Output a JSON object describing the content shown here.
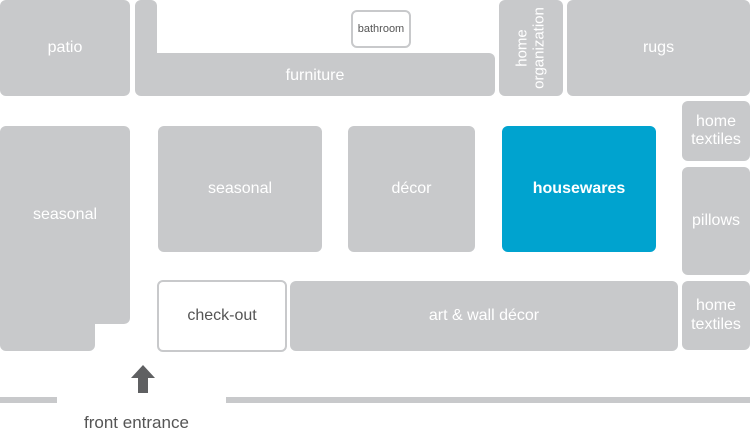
{
  "colors": {
    "zone": "#c8c9cb",
    "highlight": "#00a3cf",
    "arrow": "#5f6062",
    "text_dark": "#555555"
  },
  "zones": {
    "patio": "patio",
    "furniture": "furniture",
    "bathroom": "bathroom",
    "home_organization_line1": "home",
    "home_organization_line2": "organization",
    "rugs": "rugs",
    "home_textiles_top_line1": "home",
    "home_textiles_top_line2": "textiles",
    "pillows": "pillows",
    "home_textiles_bottom_line1": "home",
    "home_textiles_bottom_line2": "textiles",
    "seasonal_left": "seasonal",
    "seasonal_center": "seasonal",
    "decor": "décor",
    "housewares": "housewares",
    "checkout": "check-out",
    "art_wall_decor": "art & wall décor"
  },
  "entrance": {
    "label": "front entrance",
    "icon": "up-arrow-icon"
  }
}
